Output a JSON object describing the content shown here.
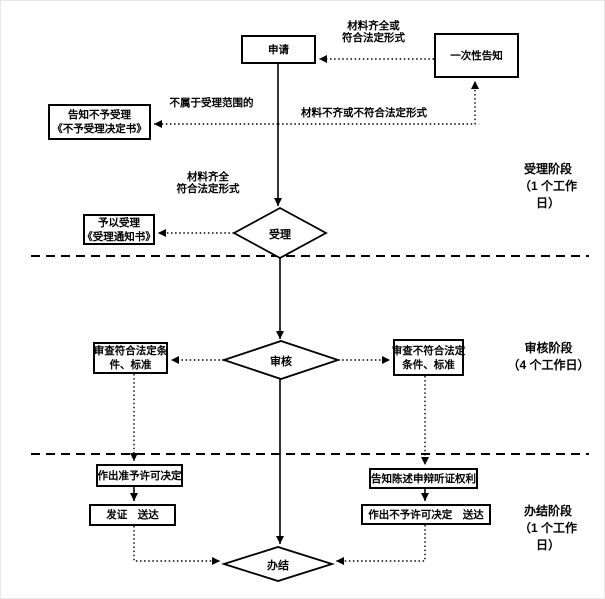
{
  "flowchart": {
    "nodes": {
      "apply": {
        "text": "申请"
      },
      "one_time_notice": {
        "text": "一次性告知"
      },
      "reject_notice": {
        "line1": "告知不予受理",
        "line2": "《不予受理决定书》"
      },
      "accept_notice": {
        "line1": "予以受理",
        "line2": "《受理通知书》"
      },
      "accept": {
        "text": "受理"
      },
      "review": {
        "text": "审核"
      },
      "review_pass": {
        "line1": "审查符合法定条",
        "line2": "件、标准"
      },
      "review_fail": {
        "line1": "审查不符合法定",
        "line2": "条件、标准"
      },
      "grant_decision": {
        "text": "作出准予许可决定"
      },
      "issue_deliver": {
        "text": "发证　送达"
      },
      "hearing_rights": {
        "text": "告知陈述申辩听证权利"
      },
      "deny_decision": {
        "text": "作出不予许可决定　送达"
      },
      "conclude": {
        "text": "办结"
      }
    },
    "edge_labels": {
      "materials_complete_or_legal": {
        "line1": "材料齐全或",
        "line2": "符合法定形式"
      },
      "not_in_scope": {
        "text": "不属于受理范围的"
      },
      "materials_incomplete": {
        "text": "材料不齐或不符合法定形式"
      },
      "materials_complete": {
        "line1": "材料齐全",
        "line2": "符合法定形式"
      }
    },
    "stage_labels": {
      "accept_stage": {
        "line1": "受理阶段",
        "line2": "（1 个工作",
        "line3": "日）"
      },
      "review_stage": {
        "line1": "审核阶段",
        "line2": "（4 个工作日）"
      },
      "conclude_stage": {
        "line1": "办结阶段",
        "line2": "（1 个工作",
        "line3": "日）"
      }
    },
    "colors": {
      "line": "#000000",
      "background": "#ffffff",
      "text": "#000000"
    }
  }
}
